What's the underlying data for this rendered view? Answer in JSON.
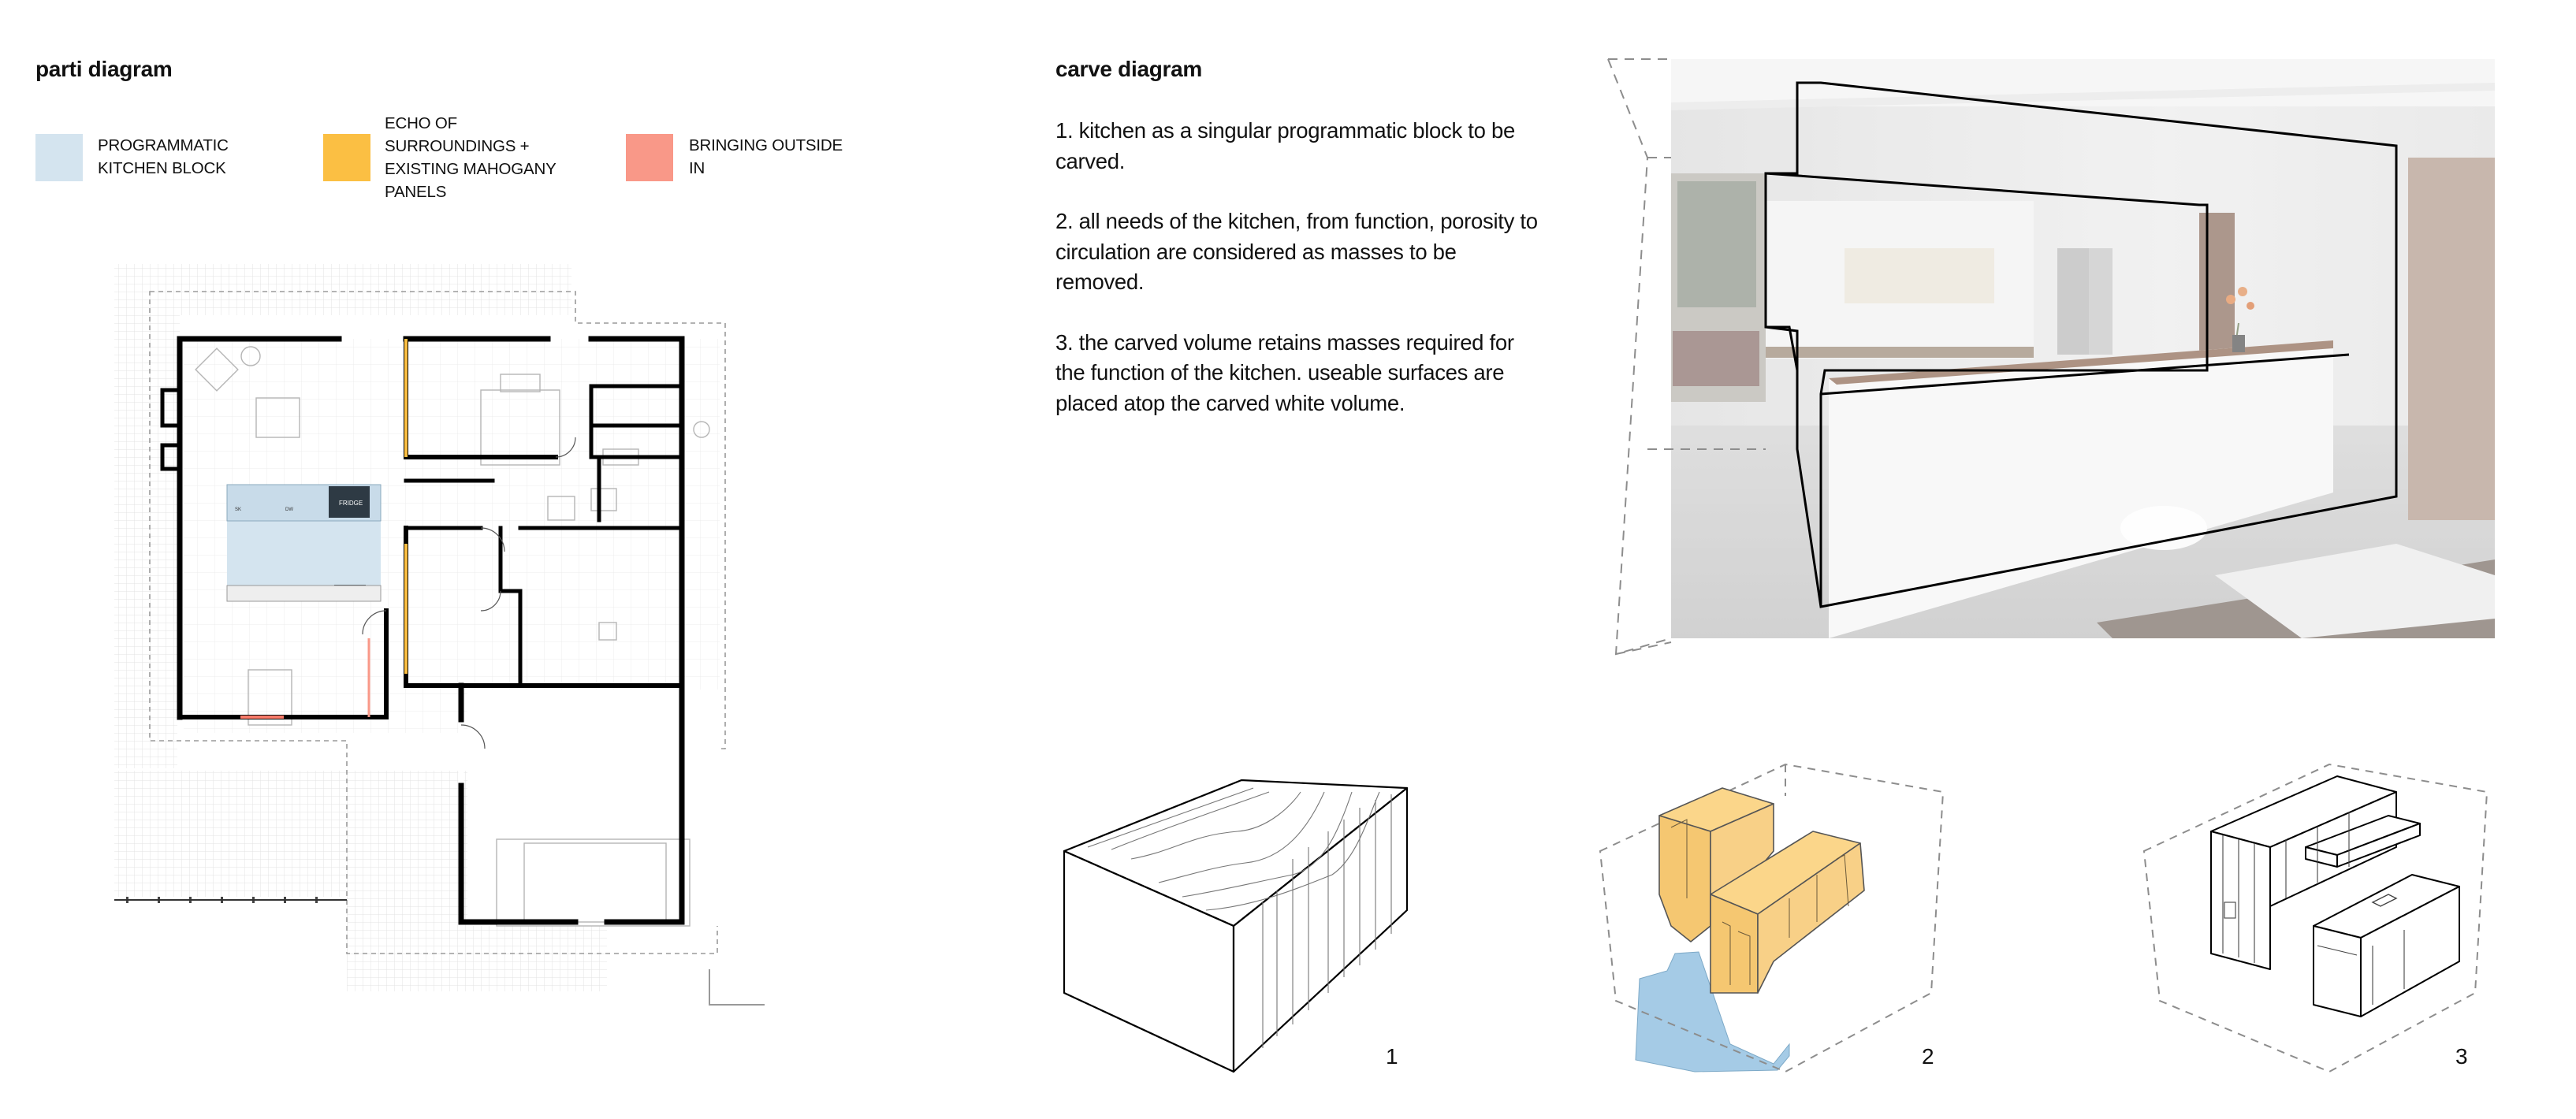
{
  "parti": {
    "title": "parti diagram",
    "legend": [
      {
        "label": "PROGRAMMATIC KITCHEN BLOCK",
        "color": "#d4e4ef"
      },
      {
        "label": "ECHO OF SURROUNDINGS + EXISTING MAHOGANY PANELS",
        "color": "#fbbf43"
      },
      {
        "label": "BRINGING OUTSIDE IN",
        "color": "#f99888"
      }
    ],
    "plan_labels": {
      "fridge": "FRIDGE",
      "sink": "SK",
      "dw": "DW"
    }
  },
  "carve": {
    "title": "carve diagram",
    "steps": [
      "1. kitchen as a singular programmatic block to be carved.",
      "2. all needs of the kitchen, from function, porosity to circulation are considered as masses to be removed.",
      "3. the carved volume retains masses required for the function of the kitchen. useable surfaces are placed atop the carved white volume."
    ],
    "diagram_numbers": [
      "1",
      "2",
      "3"
    ]
  },
  "colors": {
    "kitchen_block": "#d4e4ef",
    "mahogany": "#fbbf43",
    "outside": "#f99888",
    "wall": "#000000"
  }
}
